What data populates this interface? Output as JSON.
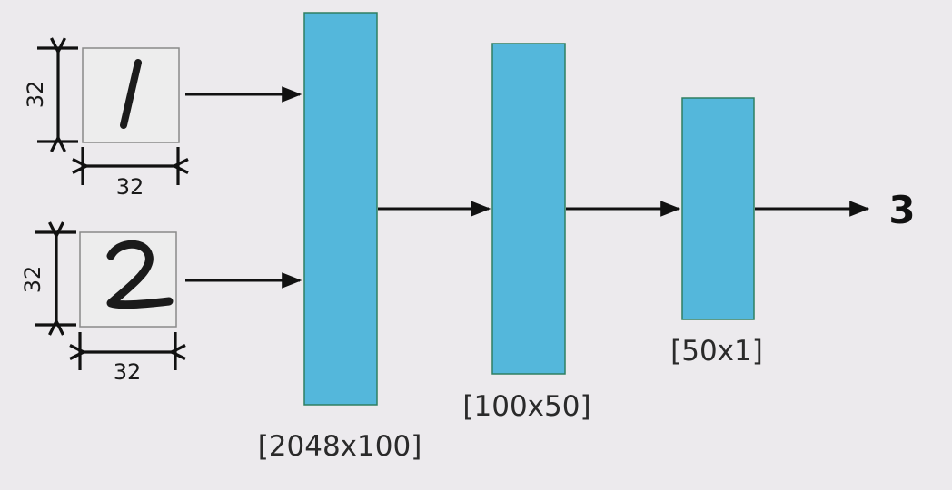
{
  "input_images": [
    {
      "digit": "1",
      "height_label": "32",
      "width_label": "32"
    },
    {
      "digit": "2",
      "height_label": "32",
      "width_label": "32"
    }
  ],
  "layers": [
    {
      "label": "[2048x100]"
    },
    {
      "label": "[100x50]"
    },
    {
      "label": "[50x1]"
    }
  ],
  "output": {
    "value": "3"
  },
  "colors": {
    "layer_fill": "#54b7db",
    "background": "#eceaed",
    "arrow": "#111111"
  }
}
